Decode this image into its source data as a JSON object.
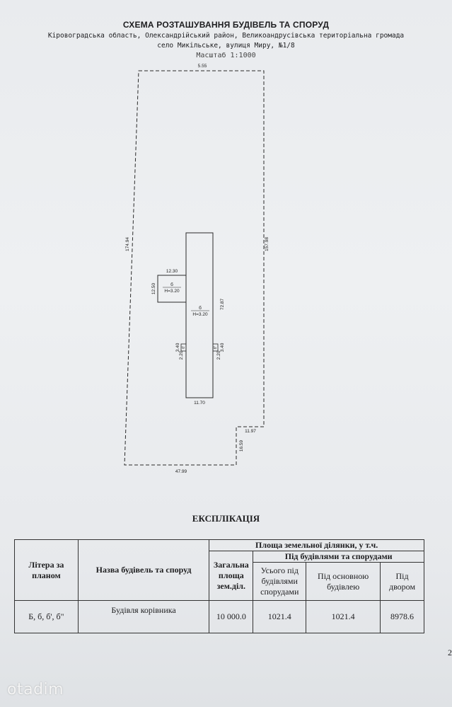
{
  "header": {
    "title": "СХЕМА РОЗТАШУВАННЯ БУДІВЕЛЬ ТА СПОРУД",
    "address_line1": "Кіровоградська область, Олександрійський район, Великоандрусівська територіальна громада",
    "address_line2": "село Микільське, вулиця Миру, №1/8",
    "scale": "Масштаб 1:1000"
  },
  "plan": {
    "dim_top": "5.55",
    "dim_left": "174.94",
    "dim_right": "157.98",
    "dim_bottom": "47.99",
    "dim_notch_h": "11.97",
    "dim_notch_v": "16.59",
    "building_length": "72.87",
    "building_width": "11.70",
    "annex_width": "12.30",
    "annex_depth": "12.50",
    "annex_letter": "б",
    "annex_height": "H=3.20",
    "main_letter": "б",
    "main_height": "H=3.20",
    "porch_left_a": "3.40",
    "porch_left_b": "2.20",
    "porch_left_letter": "б'",
    "porch_right_a": "3.40",
    "porch_right_b": "2.20",
    "porch_right_letter": "б\""
  },
  "explication": {
    "title": "ЕКСПЛІКАЦІЯ",
    "headers": {
      "letter": "Літера за планом",
      "name": "Назва будівель та споруд",
      "area_group": "Площа земельної ділянки, у т.ч.",
      "total": "Загальна площа зем.діл.",
      "under_group": "Під будівлями та спорудами",
      "all_buildings": "Усього під будівлями спорудами",
      "main_building": "Під основною будівлею",
      "yard": "Під двором"
    },
    "rows": [
      {
        "letter": "Б, б, б', б\"",
        "name": "Будівля корівника",
        "total": "10 000.0",
        "all_buildings": "1021.4",
        "main_building": "1021.4",
        "yard": "8978.6"
      }
    ]
  },
  "page_number": "2",
  "watermark": "otadim"
}
